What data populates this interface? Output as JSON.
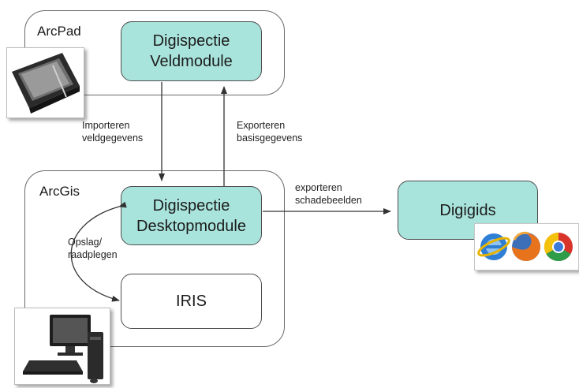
{
  "containers": {
    "arcpad_label": "ArcPad",
    "arcgis_label": "ArcGis"
  },
  "nodes": {
    "veldmodule": "Digispectie\nVeldmodule",
    "desktopmodule": "Digispectie\nDesktopmodule",
    "iris": "IRIS",
    "digigids": "Digigids"
  },
  "edges": {
    "importeren": "Importeren\nveldgegevens",
    "exporteren": "Exporteren\nbasisgegevens",
    "exporteren_schade": "exporteren\nschadebeelden",
    "opslag": "Opslag/\nraadplegen"
  },
  "icons": {
    "tablet": "tablet-pc-icon",
    "desktop": "desktop-computer-icon",
    "browsers": [
      "internet-explorer-icon",
      "firefox-icon",
      "chrome-icon"
    ]
  },
  "colors": {
    "node_fill": "#a9e4dc",
    "line": "#333333"
  }
}
